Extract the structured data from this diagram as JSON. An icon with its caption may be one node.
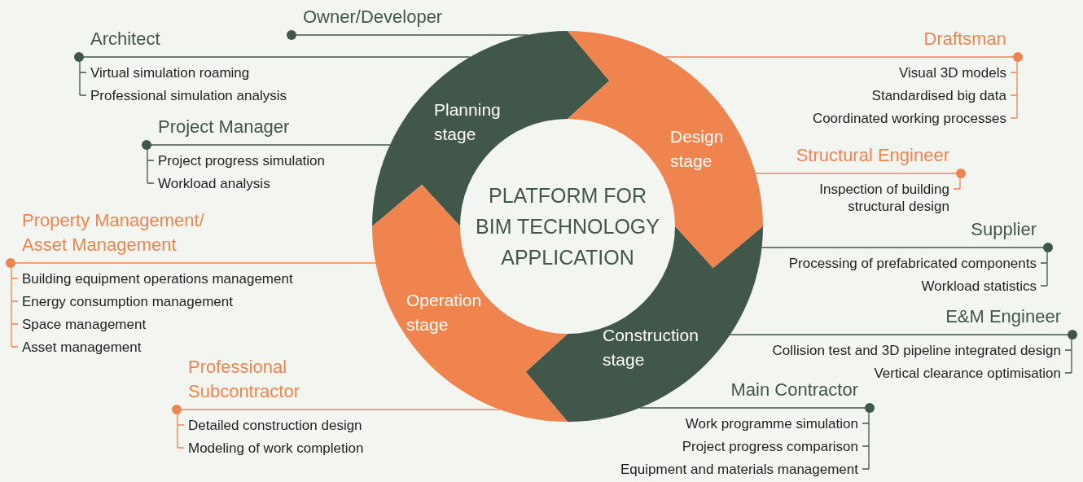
{
  "diagram": {
    "nodes": [
      {
        "text": [
          "PLATFORM FOR BIM TECHNOLOGY APPLICATION"
        ]
      },
      {
        "text": [
          "Planning stage"
        ]
      },
      {
        "text": [
          "Design stage"
        ]
      },
      {
        "text": [
          "Construction stage"
        ]
      },
      {
        "text": [
          "Operation stage"
        ]
      },
      {
        "text": [
          "Owner/Developer"
        ]
      },
      {
        "text": [
          "Architect",
          "Virtual simulation roaming",
          "Professional simulation analysis"
        ]
      },
      {
        "text": [
          "Project Manager",
          "Project progress simulation",
          "Workload analysis"
        ]
      },
      {
        "text": [
          "Property Management/ Asset Management",
          "Building equipment operations management",
          "Energy consumption management",
          "Space management",
          "Asset management"
        ]
      },
      {
        "text": [
          "Professional Subcontractor",
          "Detailed construction design",
          "Modeling of work completion"
        ]
      },
      {
        "text": [
          "Draftsman",
          "Visual 3D models",
          "Standardised big data",
          "Coordinated working processes"
        ]
      },
      {
        "text": [
          "Structural Engineer",
          "Inspection of building structural design"
        ]
      },
      {
        "text": [
          "Supplier",
          "Processing of prefabricated components",
          "Workload statistics"
        ]
      },
      {
        "text": [
          "E&M Engineer",
          "Collision test and 3D pipeline integrated design",
          "Vertical clearance optimisation"
        ]
      },
      {
        "text": [
          "Main Contractor",
          "Work programme simulation",
          "Project progress comparison",
          "Equipment and materials management"
        ]
      }
    ],
    "edges": [
      {
        "from": 5,
        "to": 1,
        "arrow": "other"
      },
      {
        "from": 6,
        "to": 1,
        "arrow": "other"
      },
      {
        "from": 7,
        "to": 1,
        "arrow": "other"
      },
      {
        "from": 8,
        "to": 4,
        "arrow": "other",
        "color": "#f0844f"
      },
      {
        "from": 9,
        "to": 4,
        "arrow": "other",
        "color": "#f0844f"
      },
      {
        "from": 10,
        "to": 2,
        "arrow": "other",
        "color": "#f0844f"
      },
      {
        "from": 11,
        "to": 2,
        "arrow": "other",
        "color": "#f0844f"
      },
      {
        "from": 12,
        "to": 3,
        "arrow": "other"
      },
      {
        "from": 13,
        "to": 3,
        "arrow": "other"
      },
      {
        "from": 14,
        "to": 3,
        "arrow": "other"
      }
    ]
  }
}
